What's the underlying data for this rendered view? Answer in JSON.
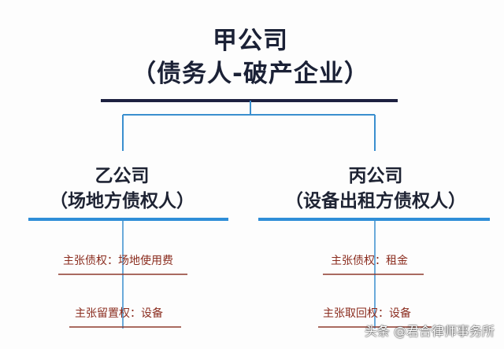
{
  "root": {
    "title": "甲公司",
    "subtitle": "（债务人-破产企业）"
  },
  "left": {
    "title": "乙公司",
    "subtitle": "（场地方债权人）",
    "claims": [
      "主张债权：场地使用费",
      "主张留置权：设备"
    ]
  },
  "right": {
    "title": "丙公司",
    "subtitle": "（设备出租方债权人）",
    "claims": [
      "主张债权：租金",
      "主张取回权：设备"
    ]
  },
  "watermark": "头条 @君合律师事务所",
  "colors": {
    "root_line": "#1d2140",
    "connector": "#3a8fcf",
    "node_line": "#2f8ed8",
    "claim_line": "#8d3a2c",
    "claim_text": "#8b2d1f"
  }
}
